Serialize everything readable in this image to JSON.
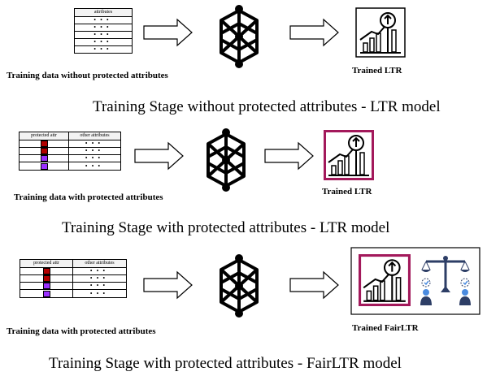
{
  "row1": {
    "table_header": "attributes",
    "caption": "Training data without protected attributes",
    "output_caption": "Trained LTR",
    "stage_title": "Training Stage without protected attributes - LTR model"
  },
  "row2": {
    "col1_header": "protected attr",
    "col2_header": "other attributes",
    "caption": "Training data with protected attributes",
    "output_caption": "Trained LTR",
    "stage_title": "Training Stage with protected attributes - LTR model"
  },
  "row3": {
    "col1_header": "protected attr",
    "col2_header": "other attributes",
    "caption": "Training data with protected attributes",
    "output_caption": "Trained FairLTR",
    "stage_title": "Training Stage with protected attributes - FairLTR model"
  },
  "colors": {
    "protected_red": "#b10000",
    "protected_purple": "#9b30ff",
    "highlight_frame": "#a3195b"
  },
  "icons": [
    "table-icon",
    "neural-network-icon",
    "arrow-right-icon",
    "growth-chart-icon",
    "balance-scale-icon",
    "person-icon"
  ]
}
